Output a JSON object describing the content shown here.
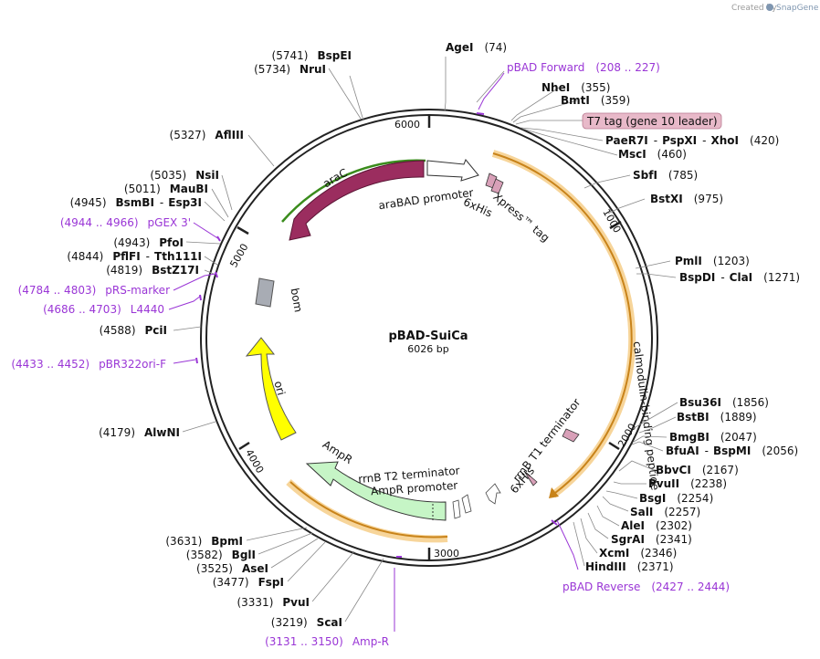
{
  "header": {
    "created_by": "Created by",
    "brand": "SnapGene"
  },
  "plasmid": {
    "name": "pBAD-SuiCa",
    "length_label": "6026 bp",
    "length_bp": 6026
  },
  "ticks": [
    "1000",
    "2000",
    "3000",
    "4000",
    "5000",
    "6000"
  ],
  "sites": [
    {
      "pos": "(74)",
      "name": "AgeI"
    },
    {
      "pos": "(355)",
      "name": "NheI"
    },
    {
      "pos": "(359)",
      "name": "BmtI"
    },
    {
      "pos": "(420)",
      "name1": "PaeR7I",
      "name2": "PspXI",
      "name3": "XhoI"
    },
    {
      "pos": "(460)",
      "name": "MscI"
    },
    {
      "pos": "(785)",
      "name": "SbfI"
    },
    {
      "pos": "(975)",
      "name": "BstXI"
    },
    {
      "pos": "(1203)",
      "name": "PmlI"
    },
    {
      "pos": "(1271)",
      "name1": "BspDI",
      "name2": "ClaI"
    },
    {
      "pos": "(1856)",
      "name": "Bsu36I"
    },
    {
      "pos": "(1889)",
      "name": "BstBI"
    },
    {
      "pos": "(2047)",
      "name": "BmgBI"
    },
    {
      "pos": "(2056)",
      "name1": "BfuAI",
      "name2": "BspMI"
    },
    {
      "pos": "(2167)",
      "name": "BbvCI"
    },
    {
      "pos": "(2238)",
      "name": "PvuII"
    },
    {
      "pos": "(2254)",
      "name": "BsgI"
    },
    {
      "pos": "(2257)",
      "name": "SalI"
    },
    {
      "pos": "(2302)",
      "name": "AleI"
    },
    {
      "pos": "(2341)",
      "name": "SgrAI"
    },
    {
      "pos": "(2346)",
      "name": "XcmI"
    },
    {
      "pos": "(2371)",
      "name": "HindIII"
    },
    {
      "pos": "(3219)",
      "name": "ScaI"
    },
    {
      "pos": "(3331)",
      "name": "PvuI"
    },
    {
      "pos": "(3477)",
      "name": "FspI"
    },
    {
      "pos": "(3525)",
      "name": "AseI"
    },
    {
      "pos": "(3582)",
      "name": "BglI"
    },
    {
      "pos": "(3631)",
      "name": "BpmI"
    },
    {
      "pos": "(4179)",
      "name": "AlwNI"
    },
    {
      "pos": "(4588)",
      "name": "PciI"
    },
    {
      "pos": "(4819)",
      "name": "BstZ17I"
    },
    {
      "pos": "(4844)",
      "name1": "PflFI",
      "name2": "Tth111I"
    },
    {
      "pos": "(4943)",
      "name": "PfoI"
    },
    {
      "pos": "(4945)",
      "name1": "BsmBI",
      "name2": "Esp3I"
    },
    {
      "pos": "(5011)",
      "name": "MauBI"
    },
    {
      "pos": "(5035)",
      "name": "NsiI"
    },
    {
      "pos": "(5327)",
      "name": "AflIII"
    },
    {
      "pos": "(5734)",
      "name": "NruI"
    },
    {
      "pos": "(5741)",
      "name": "BspEI"
    }
  ],
  "primers": [
    {
      "name": "pBAD Forward",
      "range": "(208 .. 227)"
    },
    {
      "name": "pBAD Reverse",
      "range": "(2427 .. 2444)"
    },
    {
      "name": "Amp-R",
      "range": "(3131 .. 3150)"
    },
    {
      "name": "pBR322ori-F",
      "range": "(4433 .. 4452)"
    },
    {
      "name": "L4440",
      "range": "(4686 .. 4703)"
    },
    {
      "name": "pRS-marker",
      "range": "(4784 .. 4803)"
    },
    {
      "name": "pGEX 3'",
      "range": "(4944 .. 4966)"
    }
  ],
  "features": {
    "t7_tag": "T7 tag (gene 10 leader)",
    "araC": "araC",
    "araBAD_promoter": "araBAD promoter",
    "his6_top": "6xHis",
    "xpress_tag": "Xpress™ tag",
    "cbp": "calmodulin-binding peptide",
    "rrnB_t1": "rrnB T1 terminator",
    "his6_bottom": "6xHis",
    "rrnB_t2": "rrnB T2 terminator",
    "ampr_promoter": "AmpR promoter",
    "ampr": "AmpR",
    "ori": "ori",
    "bom": "bom"
  },
  "colors": {
    "araC": "#9b2d5f",
    "cbp_highlight": "#f7d59a",
    "cbp_line": "#c8831a",
    "ampr": "#c6f5c6",
    "ori": "#ffff00",
    "bom": "#a8acb4",
    "primer": "#9a36d6",
    "t7_tag_box": "#e8b9c9"
  }
}
